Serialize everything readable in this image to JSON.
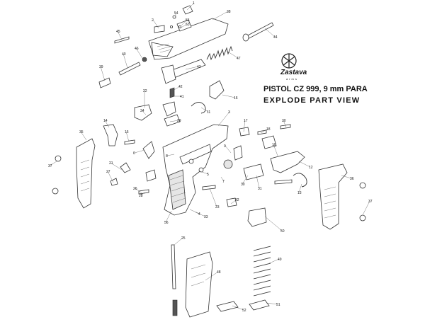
{
  "header": {
    "brand": "Zastava",
    "brand_sub": "arms",
    "title": "PISTOL CZ 999, 9 mm PARA",
    "subtitle": "EXPLODE PART VIEW"
  },
  "parts": [
    {
      "id": "1",
      "label": "1"
    },
    {
      "id": "2",
      "label": "2"
    },
    {
      "id": "3",
      "label": "3"
    },
    {
      "id": "4",
      "label": "4"
    },
    {
      "id": "5",
      "label": "5"
    },
    {
      "id": "6",
      "label": "6"
    },
    {
      "id": "7",
      "label": "7"
    },
    {
      "id": "8",
      "label": "8"
    },
    {
      "id": "9",
      "label": "9"
    },
    {
      "id": "10",
      "label": "10"
    },
    {
      "id": "11",
      "label": "11"
    },
    {
      "id": "12",
      "label": "12"
    },
    {
      "id": "13",
      "label": "13"
    },
    {
      "id": "14",
      "label": "14"
    },
    {
      "id": "15",
      "label": "15"
    },
    {
      "id": "16",
      "label": "16"
    },
    {
      "id": "17",
      "label": "17"
    },
    {
      "id": "18",
      "label": "18"
    },
    {
      "id": "20",
      "label": "20"
    },
    {
      "id": "21",
      "label": "21"
    },
    {
      "id": "22",
      "label": "22"
    },
    {
      "id": "23",
      "label": "23"
    },
    {
      "id": "25",
      "label": "25"
    },
    {
      "id": "26",
      "label": "26"
    },
    {
      "id": "27",
      "label": "27"
    },
    {
      "id": "28",
      "label": "28"
    },
    {
      "id": "29",
      "label": "29"
    },
    {
      "id": "30",
      "label": "30"
    },
    {
      "id": "31",
      "label": "31"
    },
    {
      "id": "32",
      "label": "32"
    },
    {
      "id": "33",
      "label": "33"
    },
    {
      "id": "34",
      "label": "34"
    },
    {
      "id": "35",
      "label": "35"
    },
    {
      "id": "36",
      "label": "36"
    },
    {
      "id": "37a",
      "label": "37"
    },
    {
      "id": "37b",
      "label": "37"
    },
    {
      "id": "38",
      "label": "38"
    },
    {
      "id": "39",
      "label": "39"
    },
    {
      "id": "40",
      "label": "40"
    },
    {
      "id": "41",
      "label": "41"
    },
    {
      "id": "42",
      "label": "42"
    },
    {
      "id": "43",
      "label": "43"
    },
    {
      "id": "44",
      "label": "44"
    },
    {
      "id": "45",
      "label": "45"
    },
    {
      "id": "46",
      "label": "46"
    },
    {
      "id": "47",
      "label": "47"
    },
    {
      "id": "48",
      "label": "48"
    },
    {
      "id": "49",
      "label": "49"
    },
    {
      "id": "50",
      "label": "50"
    },
    {
      "id": "51",
      "label": "51"
    },
    {
      "id": "52",
      "label": "52"
    },
    {
      "id": "53",
      "label": "53"
    },
    {
      "id": "54",
      "label": "54"
    },
    {
      "id": "55",
      "label": "55"
    },
    {
      "id": "56",
      "label": "56"
    }
  ]
}
